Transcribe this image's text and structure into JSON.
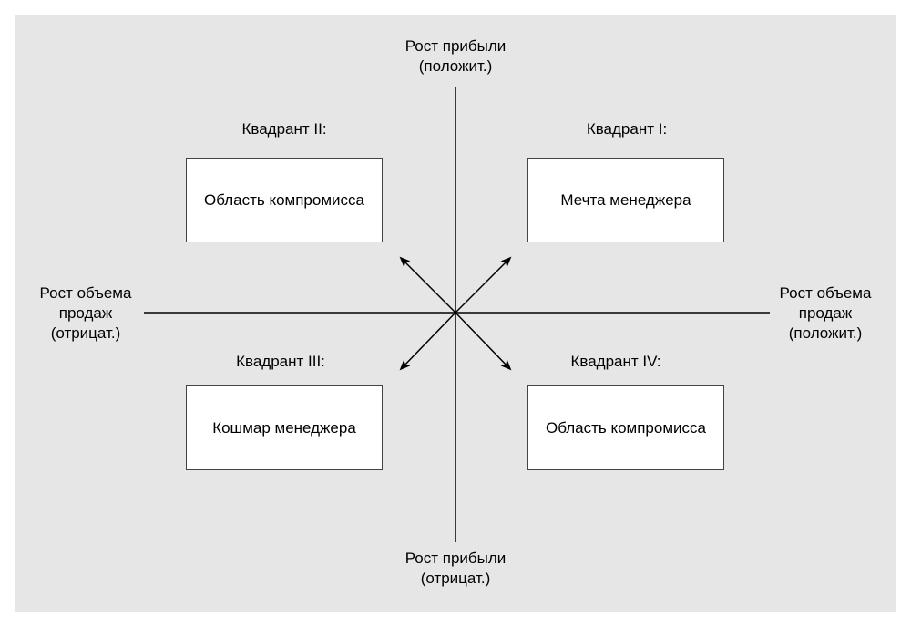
{
  "axes": {
    "top": {
      "line1": "Рост прибыли",
      "line2": "(положит.)"
    },
    "bottom": {
      "line1": "Рост прибыли",
      "line2": "(отрицат.)"
    },
    "left": {
      "line1": "Рост объема",
      "line2": "продаж",
      "line3": "(отрицат.)"
    },
    "right": {
      "line1": "Рост объема",
      "line2": "продаж",
      "line3": "(положит.)"
    }
  },
  "quadrants": {
    "q1": {
      "title": "Квадрант I:",
      "label": "Мечта менеджера"
    },
    "q2": {
      "title": "Квадрант II:",
      "label": "Область компромисса"
    },
    "q3": {
      "title": "Квадрант III:",
      "label": "Кошмар менеджера"
    },
    "q4": {
      "title": "Квадрант IV:",
      "label": "Область компромисса"
    }
  },
  "colors": {
    "background": "#e6e6e6",
    "box_fill": "#ffffff",
    "line": "#000000"
  }
}
